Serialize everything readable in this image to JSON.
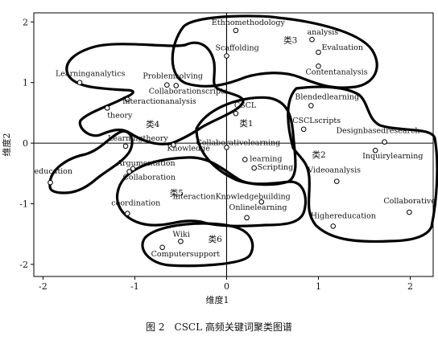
{
  "chart_data": {
    "type": "scatter",
    "title": "",
    "xlabel": "维度1",
    "ylabel": "维度2",
    "xlim": [
      -2.1,
      2.25
    ],
    "ylim": [
      -2.2,
      2.15
    ],
    "xticks": [
      "-2",
      "-1",
      "0",
      "1",
      "2"
    ],
    "yticks": [
      "2",
      "1",
      "0",
      "-1",
      "-2"
    ],
    "xtick_values": [
      -2,
      -1,
      0,
      1,
      2
    ],
    "ytick_values": [
      2,
      1,
      0,
      -1,
      -2
    ],
    "reference_lines": {
      "x": 0,
      "y": 0
    },
    "points": [
      {
        "label": "Ethnomethodology",
        "x": 0.1,
        "y": 1.86
      },
      {
        "label": "analysis",
        "x": 0.93,
        "y": 1.71
      },
      {
        "label": "Scaffolding",
        "x": 0.0,
        "y": 1.44
      },
      {
        "label": "Evaluation",
        "x": 1.0,
        "y": 1.5
      },
      {
        "label": "Contentanalysis",
        "x": 1.0,
        "y": 1.27
      },
      {
        "label": "Learninganalytics",
        "x": -1.6,
        "y": 1.0
      },
      {
        "label": "Problemsolving",
        "x": -0.65,
        "y": 0.96
      },
      {
        "label": "Collaborationscripts",
        "x": -0.55,
        "y": 0.95
      },
      {
        "label": "interactionanalysis",
        "x": -1.08,
        "y": 0.72
      },
      {
        "label": "theory",
        "x": -1.3,
        "y": 0.58
      },
      {
        "label": "CSCL",
        "x": 0.1,
        "y": 0.49
      },
      {
        "label": "Blendedlearning",
        "x": 0.92,
        "y": 0.62
      },
      {
        "label": "CSCLscripts",
        "x": 0.84,
        "y": 0.23
      },
      {
        "label": "Designbasedresearch",
        "x": 1.72,
        "y": 0.02
      },
      {
        "label": "Inquirylearning",
        "x": 1.62,
        "y": -0.12
      },
      {
        "label": "Learningtheory",
        "x": -1.1,
        "y": -0.05
      },
      {
        "label": "Knowledge",
        "x": -0.58,
        "y": -0.03
      },
      {
        "label": "Collaborativelearning",
        "x": 0.0,
        "y": -0.07
      },
      {
        "label": "learning",
        "x": 0.2,
        "y": -0.27
      },
      {
        "label": "Scripting",
        "x": 0.3,
        "y": -0.41
      },
      {
        "label": "Videoanalysis",
        "x": 1.2,
        "y": -0.63
      },
      {
        "label": "Argumentation",
        "x": -1.02,
        "y": -0.42
      },
      {
        "label": "Collaboration",
        "x": -1.06,
        "y": -0.47
      },
      {
        "label": "education",
        "x": -1.92,
        "y": -0.65
      },
      {
        "label": "interactionKnowledgebuilding",
        "x": 0.38,
        "y": -0.97
      },
      {
        "label": "coordination",
        "x": -1.08,
        "y": -1.16
      },
      {
        "label": "Onlinelearning",
        "x": 0.22,
        "y": -1.23
      },
      {
        "label": "Highereducation",
        "x": 1.16,
        "y": -1.37
      },
      {
        "label": "Collaborative",
        "x": 1.99,
        "y": -1.14
      },
      {
        "label": "Wiki",
        "x": -0.5,
        "y": -1.62
      },
      {
        "label": "Computersupport",
        "x": -0.7,
        "y": -1.72
      }
    ],
    "clusters": [
      "类1",
      "类2",
      "类3",
      "类4",
      "类5",
      "类6"
    ]
  },
  "caption": "图 2　CSCL 高频关键词聚类图谱"
}
